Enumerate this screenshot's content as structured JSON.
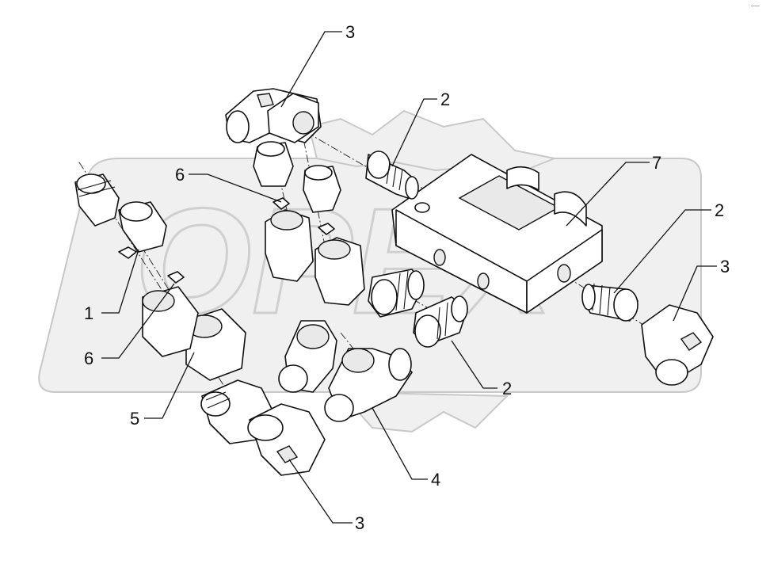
{
  "corner_mark": "◦—",
  "watermark_text": "OPEX",
  "callouts": [
    {
      "id": "c3-top",
      "label": "3"
    },
    {
      "id": "c2-top",
      "label": "2"
    },
    {
      "id": "c7",
      "label": "7"
    },
    {
      "id": "c6-top",
      "label": "6"
    },
    {
      "id": "c2-right",
      "label": "2"
    },
    {
      "id": "c3-right",
      "label": "3"
    },
    {
      "id": "c1",
      "label": "1"
    },
    {
      "id": "c6-left",
      "label": "6"
    },
    {
      "id": "c5",
      "label": "5"
    },
    {
      "id": "c2-bottom",
      "label": "2"
    },
    {
      "id": "c4",
      "label": "4"
    },
    {
      "id": "c3-bottom",
      "label": "3"
    }
  ]
}
